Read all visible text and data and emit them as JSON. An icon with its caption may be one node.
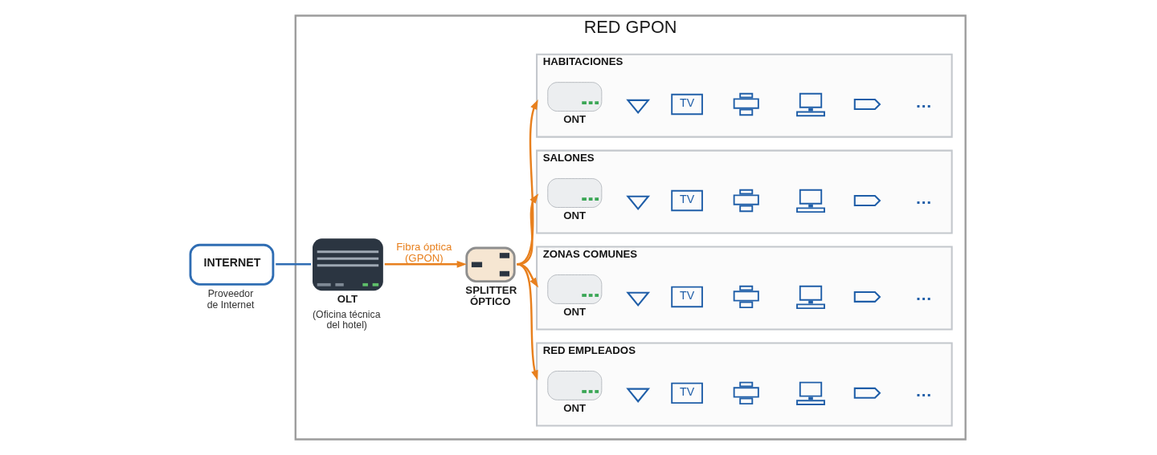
{
  "diagram": {
    "nodes": [
      {
        "text": [
          "RED GPON"
        ]
      },
      {
        "text": [
          "INTERNET"
        ],
        "beside": [
          "Proveedor de Internet"
        ]
      },
      {
        "text": [
          "OLT",
          "(Oficina técnica del hotel)"
        ],
        "in": 0
      },
      {
        "text": [
          "SPLITTER ÓPTICO"
        ],
        "in": 0
      },
      {
        "text": [
          "HABITACIONES"
        ],
        "in": 0
      },
      {
        "text": [
          "ONT"
        ],
        "in": 4
      },
      {
        "text": [
          "TV"
        ],
        "in": 4
      },
      {
        "text": [
          "SALONES"
        ],
        "in": 0
      },
      {
        "text": [
          "ONT"
        ],
        "in": 7
      },
      {
        "text": [
          "TV"
        ],
        "in": 7
      },
      {
        "text": [
          "ZONAS COMUNES"
        ],
        "in": 0
      },
      {
        "text": [
          "ONT"
        ],
        "in": 10
      },
      {
        "text": [
          "TV"
        ],
        "in": 10
      },
      {
        "text": [
          "RED EMPLEADOS"
        ],
        "in": 0
      },
      {
        "text": [
          "ONT"
        ],
        "in": 13
      },
      {
        "text": [
          "TV"
        ],
        "in": 13
      }
    ],
    "edges": [
      {
        "from": 1,
        "to": 2,
        "arrow": "none",
        "color": "#2f6db3"
      },
      {
        "from": 2,
        "to": 3,
        "arrow": "to",
        "label": "Fibra óptica (GPON)"
      },
      {
        "from": 3,
        "to": 4,
        "arrow": "to"
      },
      {
        "from": 3,
        "to": 7,
        "arrow": "to"
      },
      {
        "from": 3,
        "to": 10,
        "arrow": "to"
      },
      {
        "from": 3,
        "to": 13,
        "arrow": "to"
      }
    ],
    "labels": [
      "…",
      "…",
      "…",
      "…"
    ]
  }
}
